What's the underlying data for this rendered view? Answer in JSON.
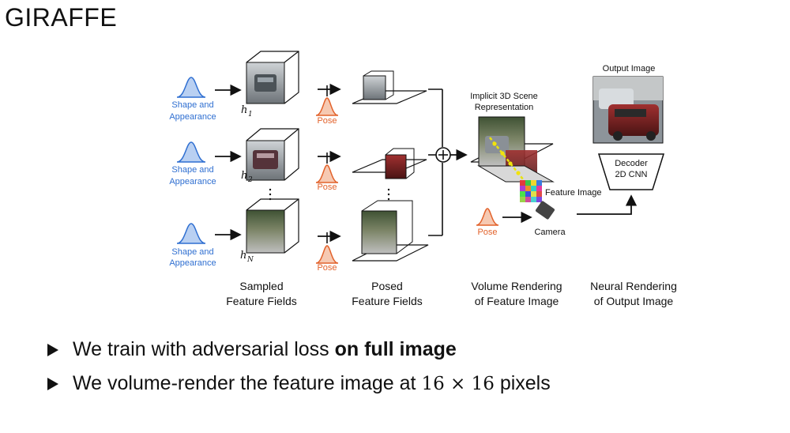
{
  "title": "GIRAFFE",
  "latent_label_line1": "Shape and",
  "latent_label_line2": "Appearance",
  "pose_label": "Pose",
  "h_labels": [
    "h",
    "h",
    "h"
  ],
  "h_subs": [
    "1",
    "2",
    "N"
  ],
  "scene_label_line1": "Implicit 3D Scene",
  "scene_label_line2": "Representation",
  "feature_image_label": "Feature Image",
  "camera_label": "Camera",
  "output_image_label": "Output Image",
  "decoder_line1": "Decoder",
  "decoder_line2": "2D CNN",
  "captions": {
    "sampled": [
      "Sampled",
      "Feature Fields"
    ],
    "posed": [
      "Posed",
      "Feature Fields"
    ],
    "volume": [
      "Volume Rendering",
      "of Feature Image"
    ],
    "neural": [
      "Neural Rendering",
      "of Output Image"
    ]
  },
  "bullets": {
    "b1_pre": "We train with adversarial loss ",
    "b1_bold": "on full image",
    "b2_pre": "We volume-render the feature image at ",
    "b2_math": "16 × 16",
    "b2_post": " pixels"
  },
  "colors": {
    "blue": "#2f6fd1",
    "orange": "#e2622b",
    "blue_fill": "#b9d0f2",
    "orange_fill": "#f6c9b2"
  }
}
